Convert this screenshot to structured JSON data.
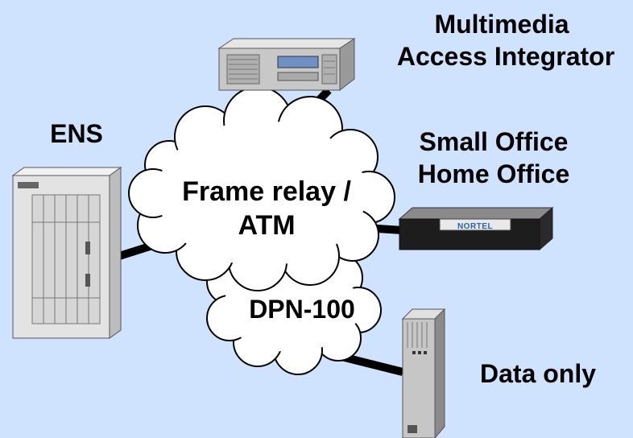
{
  "diagram": {
    "clouds": {
      "frame_relay_line1": "Frame relay /",
      "frame_relay_line2": "ATM",
      "dpn": "DPN-100"
    },
    "devices": {
      "mai_line1": "Multimedia",
      "mai_line2": "Access Integrator",
      "ens": "ENS",
      "soho_line1": "Small Office",
      "soho_line2": "Home Office",
      "data_only": "Data only",
      "soho_brand": "NORTEL"
    }
  }
}
